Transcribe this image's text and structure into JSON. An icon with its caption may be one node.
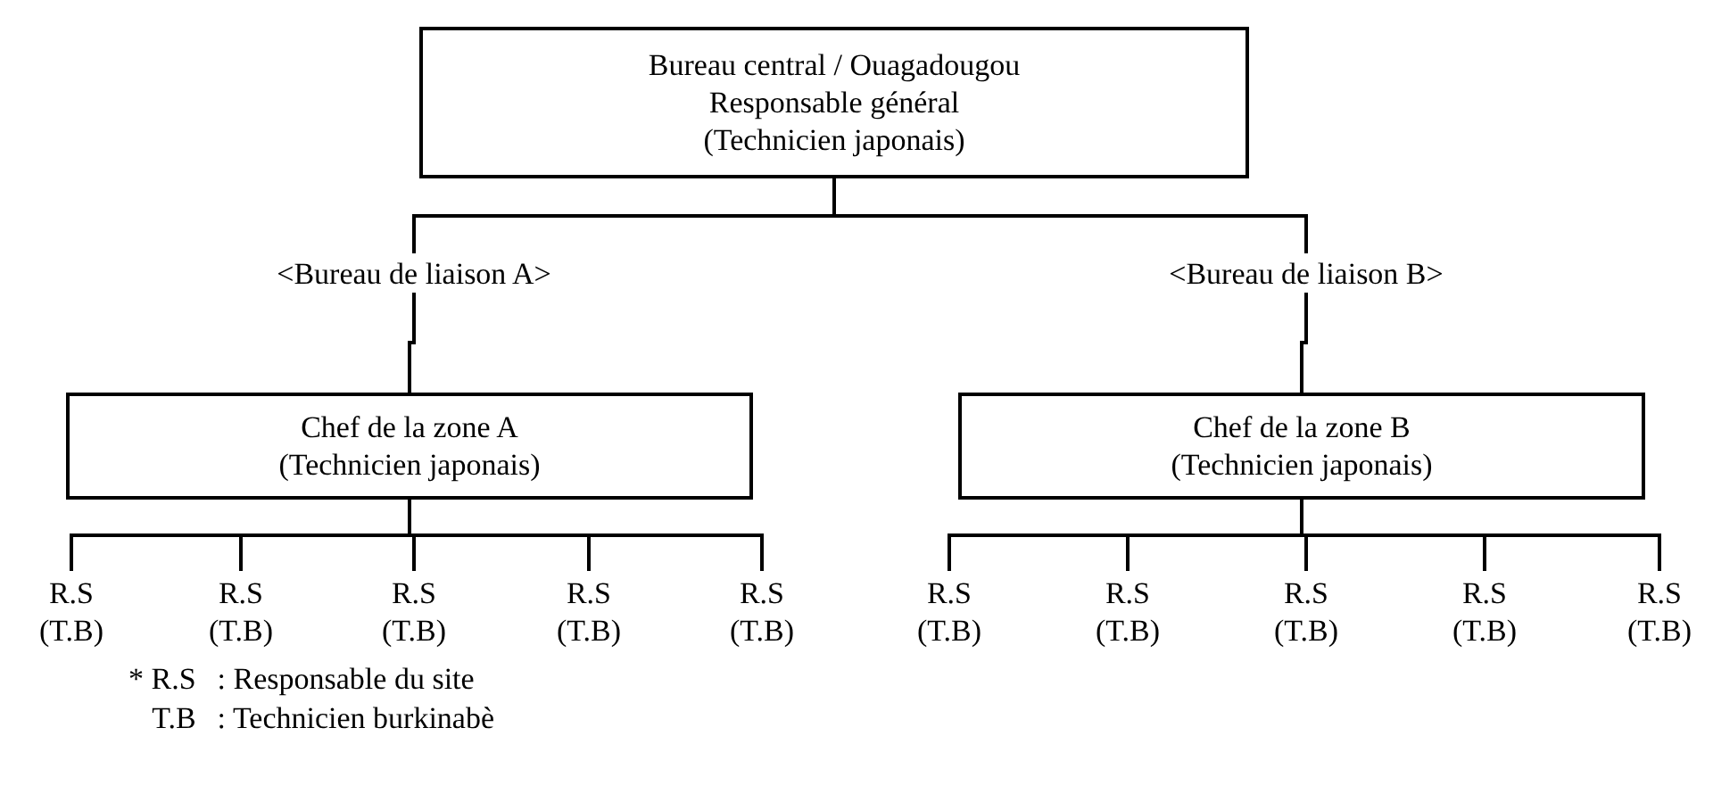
{
  "diagram": {
    "nodes": [
      {
        "text": [
          "Bureau central / Ouagadougou",
          "Responsable général",
          "(Technicien japonais)"
        ]
      },
      {
        "text": [
          "<Bureau de liaison A>"
        ]
      },
      {
        "text": [
          "<Bureau de liaison B>"
        ]
      },
      {
        "text": [
          "Chef de la zone A",
          "(Technicien japonais)"
        ]
      },
      {
        "text": [
          "Chef de la zone B",
          "(Technicien japonais)"
        ]
      },
      {
        "text": [
          "R.S",
          "(T.B)"
        ]
      },
      {
        "text": [
          "R.S",
          "(T.B)"
        ]
      },
      {
        "text": [
          "R.S",
          "(T.B)"
        ]
      },
      {
        "text": [
          "R.S",
          "(T.B)"
        ]
      },
      {
        "text": [
          "R.S",
          "(T.B)"
        ]
      },
      {
        "text": [
          "R.S",
          "(T.B)"
        ]
      },
      {
        "text": [
          "R.S",
          "(T.B)"
        ]
      },
      {
        "text": [
          "R.S",
          "(T.B)"
        ]
      },
      {
        "text": [
          "R.S",
          "(T.B)"
        ]
      },
      {
        "text": [
          "R.S",
          "(T.B)"
        ]
      }
    ],
    "edges": [
      {
        "from": 0,
        "to": 1,
        "arrow": "none"
      },
      {
        "from": 0,
        "to": 2,
        "arrow": "none"
      },
      {
        "from": 1,
        "to": 3,
        "arrow": "none"
      },
      {
        "from": 2,
        "to": 4,
        "arrow": "none"
      },
      {
        "from": 3,
        "to": 5,
        "arrow": "none"
      },
      {
        "from": 3,
        "to": 6,
        "arrow": "none"
      },
      {
        "from": 3,
        "to": 7,
        "arrow": "none"
      },
      {
        "from": 3,
        "to": 8,
        "arrow": "none"
      },
      {
        "from": 3,
        "to": 9,
        "arrow": "none"
      },
      {
        "from": 4,
        "to": 10,
        "arrow": "none"
      },
      {
        "from": 4,
        "to": 11,
        "arrow": "none"
      },
      {
        "from": 4,
        "to": 12,
        "arrow": "none"
      },
      {
        "from": 4,
        "to": 13,
        "arrow": "none"
      },
      {
        "from": 4,
        "to": 14,
        "arrow": "none"
      }
    ],
    "labels": [
      "* R.S",
      ": Responsable du site",
      "T.B",
      ": Technicien burkinabè"
    ]
  }
}
